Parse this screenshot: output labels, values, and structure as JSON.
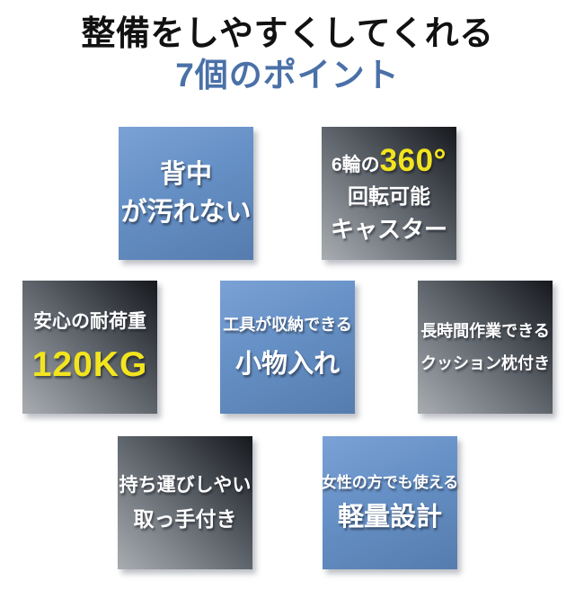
{
  "title": {
    "line1": "整備をしやすくしてくれる",
    "line2": "7個のポイント"
  },
  "colors": {
    "title_black": "#111111",
    "title_blue": "#4a70a8",
    "box_blue_gradient_start": "#7ba1d6",
    "box_blue_gradient_end": "#567cae",
    "box_dark_gradient_light": "#a9adb2",
    "box_dark_gradient_dark": "#16181d",
    "text_white": "#ffffff",
    "highlight_yellow": "#f2e41e",
    "page_background": "#ffffff"
  },
  "points": {
    "back_clean": {
      "line1": "背中",
      "line2": "が汚れない"
    },
    "caster": {
      "line1_prefix": "6輪の",
      "line1_degree": "360°",
      "line2": "回転可能",
      "line3": "キャスター"
    },
    "load_capacity": {
      "line1": "安心の耐荷重",
      "value": "120KG"
    },
    "storage": {
      "line1": "工具が収納できる",
      "line2": "小物入れ"
    },
    "cushion": {
      "line1": "長時間作業できる",
      "line2": "クッション枕付き"
    },
    "handle": {
      "line1": "持ち運びしやい",
      "line2": "取っ手付き"
    },
    "lightweight": {
      "line1": "女性の方でも使える",
      "line2": "軽量設計"
    }
  }
}
